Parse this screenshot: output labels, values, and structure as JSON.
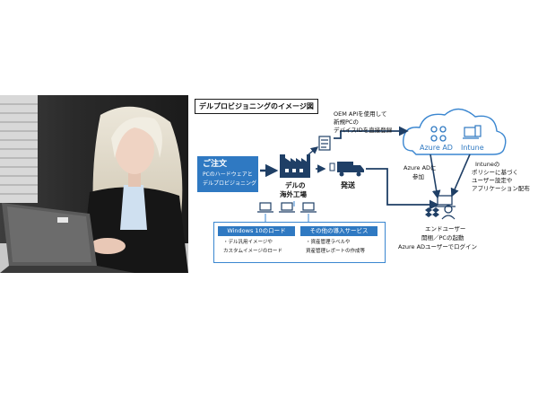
{
  "diagram": {
    "title": "デルプロビジョニングのイメージ図",
    "order": {
      "label": "ご注文",
      "detail_1": "PCのハードウェアと",
      "detail_2": "デルプロビジョニング"
    },
    "factory": {
      "line_1": "デルの",
      "line_2": "海外工場"
    },
    "oem_note": {
      "line_1": "OEM APIを使用して",
      "line_2": "新規PCの",
      "line_3": "デバイスIDを直接登録"
    },
    "cloud": {
      "azure_label": "Azure AD",
      "intune_label": "Intune"
    },
    "shipping_label": "発送",
    "join": {
      "line_1": "Azure ADに",
      "line_2": "参加"
    },
    "intune_note": {
      "line_1": "Intuneの",
      "line_2": "ポリシーに基づく",
      "line_3": "ユーザー設定や",
      "line_4": "アプリケーション配布"
    },
    "end_user": {
      "line_1": "エンドユーザー",
      "line_2": "開梱／PCの起動",
      "line_3": "Azure ADユーザーでログイン"
    },
    "services": {
      "windows": {
        "header": "Windows 10のロード",
        "line_1": "・デル汎用イメージや",
        "line_2": "カスタムイメージのロード"
      },
      "other": {
        "header": "その他の導入サービス",
        "line_1": "・資産管理ラベルや",
        "line_2": "資産管理レポートの作成等"
      }
    },
    "colors": {
      "accent": "#2f79c2",
      "arrow": "#1f3f66"
    }
  }
}
